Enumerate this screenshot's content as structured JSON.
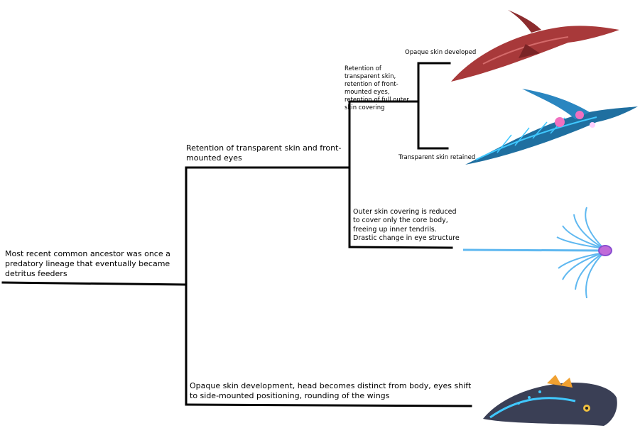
{
  "labels": {
    "root": "Most recent common ancestor was once a predatory lineage that eventually became detritus feeders",
    "upper_branch": "Retention of transparent skin and front-mounted eyes",
    "lower_branch": "Opaque skin development, head becomes distinct from body, eyes shift to side-mounted positioning, rounding of the wings",
    "mid_upper": "Retention of transparent skin, retention of front-mounted eyes, retention of full outer skin covering",
    "mid_lower": "Outer skin covering is reduced to cover only the core body, freeing up inner tendrils. Drastic change in eye structure",
    "leaf_opaque": "Opaque skin developed",
    "leaf_transparent": "Transparent skin retained"
  },
  "creatures": {
    "red_ray": "red-ray-creature",
    "blue_ray": "glowing-blue-ray-creature",
    "tendril": "tendril-creature",
    "dark_ray": "dark-ray-creature"
  },
  "colors": {
    "line": "#000000",
    "red_ray": "#a8393a",
    "blue_ray": "#1f6fa0",
    "glow": "#40c8ff",
    "tendril": "#5fb8f0",
    "dark_ray": "#3a3f55",
    "accent": "#f0a030"
  }
}
